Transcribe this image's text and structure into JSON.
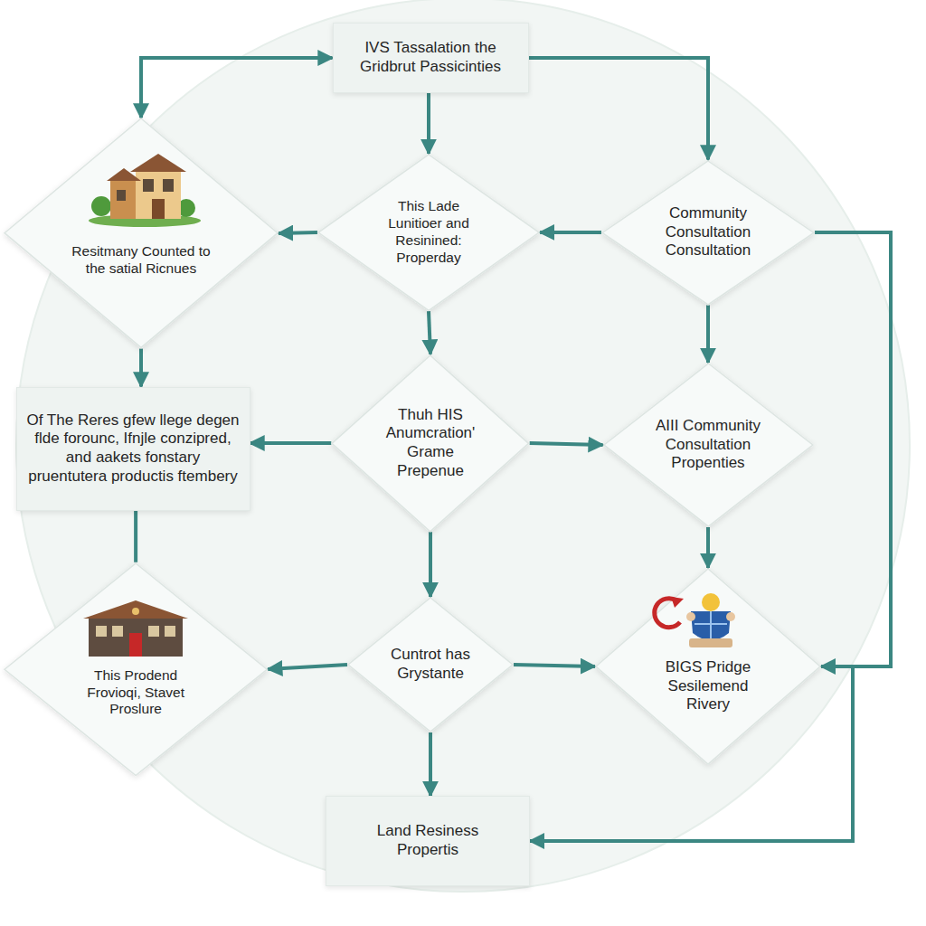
{
  "diagram": {
    "nodes": [
      {
        "text": [
          "IVS Tassalation the Gridbrut Passicinties"
        ]
      },
      {
        "text": [
          "Resitmany Counted to the satial Ricnues"
        ]
      },
      {
        "text": [
          "This Lade Lunitioer and Resinined: Properday"
        ]
      },
      {
        "text": [
          "Community Consultation Consultation"
        ]
      },
      {
        "text": [
          "Of The Reres gfew llege degen flde forounc, Ifnjle conzipred, and aakets fonstary pruentutera productis ftembery"
        ]
      },
      {
        "text": [
          "Thuh HIS Anumcration' Grame Prepenue"
        ]
      },
      {
        "text": [
          "AIII Community Consultation Propenties"
        ]
      },
      {
        "text": [
          "This Prodend Frovioqi, Stavet Proslure"
        ]
      },
      {
        "text": [
          "Cuntrot has Grystante"
        ]
      },
      {
        "text": [
          "BIGS Pridge Sesilemend Rivery"
        ]
      },
      {
        "text": [
          "Land Resiness Propertis"
        ]
      }
    ],
    "edges": [
      {
        "from": 0,
        "to": 1,
        "arrow": "both"
      },
      {
        "from": 0,
        "to": 2,
        "arrow": "to"
      },
      {
        "from": 0,
        "to": 3,
        "arrow": "to"
      },
      {
        "from": 3,
        "to": 2,
        "arrow": "to"
      },
      {
        "from": 2,
        "to": 1,
        "arrow": "to"
      },
      {
        "from": 1,
        "to": 4,
        "arrow": "to"
      },
      {
        "from": 2,
        "to": 5,
        "arrow": "to"
      },
      {
        "from": 3,
        "to": 6,
        "arrow": "to"
      },
      {
        "from": 5,
        "to": 4,
        "arrow": "to"
      },
      {
        "from": 5,
        "to": 6,
        "arrow": "to"
      },
      {
        "from": 6,
        "to": 9,
        "arrow": "to"
      },
      {
        "from": 4,
        "to": 7,
        "arrow": "none"
      },
      {
        "from": 8,
        "to": 7,
        "arrow": "to"
      },
      {
        "from": 8,
        "to": 9,
        "arrow": "to"
      },
      {
        "from": 5,
        "to": 8,
        "arrow": "to"
      },
      {
        "from": 8,
        "to": 10,
        "arrow": "to"
      },
      {
        "from": 3,
        "to": 9,
        "arrow": "to"
      },
      {
        "from": 9,
        "to": 10,
        "arrow": "to"
      }
    ]
  }
}
